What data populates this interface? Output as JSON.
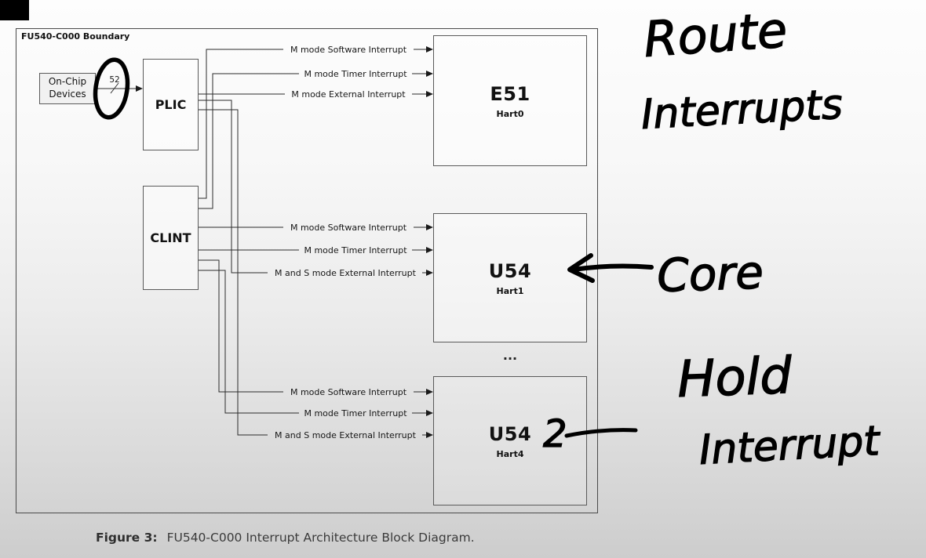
{
  "colors": {
    "ink": "#000000",
    "wire": "#2b2b2b",
    "background_top": "#fdfdfd",
    "background_bottom": "#cdcdcd"
  },
  "figure": {
    "boundary_label": "FU540-C000 Boundary",
    "caption_prefix": "Figure 3:",
    "caption_text": "FU540-C000 Interrupt Architecture Block Diagram.",
    "ellipsis": "..."
  },
  "blocks": {
    "on_chip_line1": "On-Chip",
    "on_chip_line2": "Devices",
    "plic_label": "PLIC",
    "clint_label": "CLINT",
    "source_count": "52",
    "harts": [
      {
        "name": "E51",
        "hart": "Hart0"
      },
      {
        "name": "U54",
        "hart": "Hart1"
      },
      {
        "name": "U54",
        "hart": "Hart4"
      }
    ]
  },
  "signals": {
    "e51": [
      "M mode Software Interrupt",
      "M mode Timer Interrupt",
      "M mode External Interrupt"
    ],
    "u54_hart1": [
      "M mode Software Interrupt",
      "M mode Timer Interrupt",
      "M and S mode External Interrupt"
    ],
    "u54_hart4": [
      "M mode Software Interrupt",
      "M mode Timer Interrupt",
      "M and S mode External Interrupt"
    ]
  },
  "annotations": {
    "route_line1": "Route",
    "route_line2": "Interrupts",
    "core": "Core",
    "hold_line1": "Hold",
    "hold_line2": "Interrupt",
    "hart4_note": "2"
  }
}
